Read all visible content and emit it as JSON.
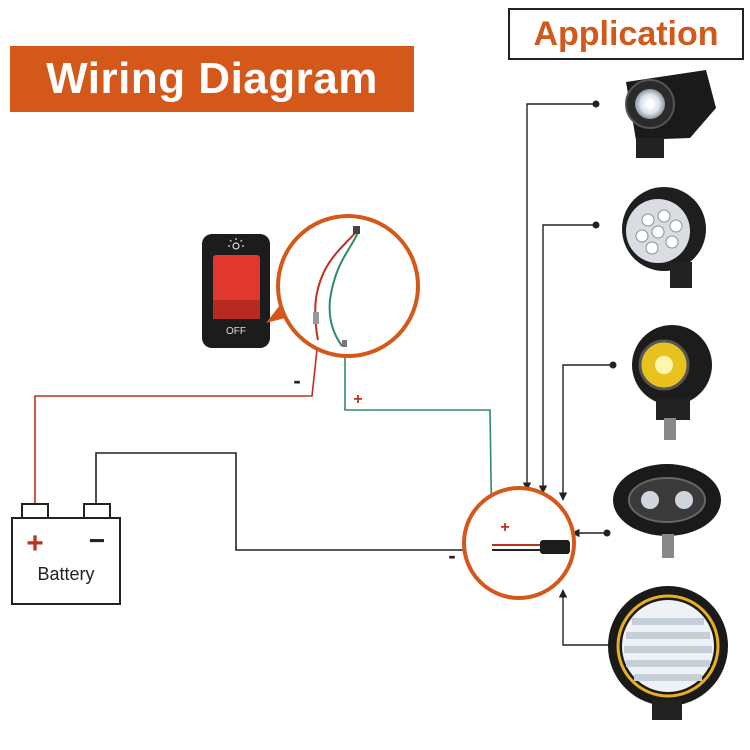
{
  "header": {
    "title": "Wiring Diagram",
    "application_label": "Application"
  },
  "switch": {
    "off_label": "OFF"
  },
  "battery": {
    "label": "Battery",
    "plus_sign": "+",
    "minus_sign": "−"
  },
  "wire_labels": {
    "negative": "-",
    "positive": "+"
  },
  "connector": {
    "plus_sign": "+",
    "minus_sign": "-"
  },
  "colors": {
    "accent": "#d4581a",
    "switch_red": "#e0382e",
    "wire_green": "#2e8b6a",
    "wire_red": "#c0301e",
    "wire_black": "#222222"
  },
  "applications": [
    {
      "icon": "projector-spotlight-icon"
    },
    {
      "icon": "multi-led-round-light-icon"
    },
    {
      "icon": "yellow-round-fog-light-icon"
    },
    {
      "icon": "oval-dual-led-light-icon"
    },
    {
      "icon": "round-led-work-light-icon"
    }
  ]
}
